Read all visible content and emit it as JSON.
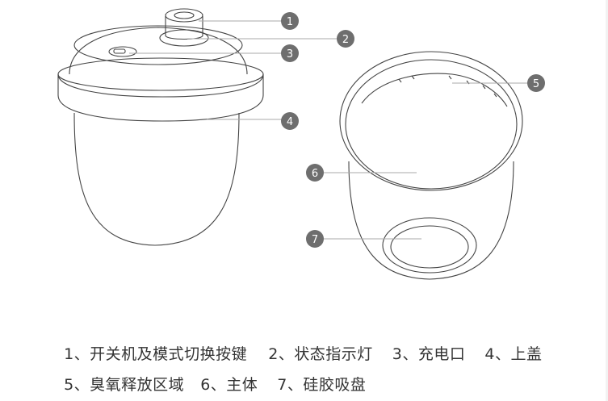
{
  "callouts": [
    {
      "number": "1",
      "label": "1、开关机及模式切换按键"
    },
    {
      "number": "2",
      "label": "2、状态指示灯"
    },
    {
      "number": "3",
      "label": "3、充电口"
    },
    {
      "number": "4",
      "label": "4、上盖"
    },
    {
      "number": "5",
      "label": "5、臭氧释放区域"
    },
    {
      "number": "6",
      "label": "6、主体"
    },
    {
      "number": "7",
      "label": "7、硅胶吸盘"
    }
  ],
  "colors": {
    "outline": "#444444",
    "leader": "#aaaaaa",
    "badge": "#6e6e6e",
    "badge_text": "#ffffff",
    "legend_text": "#333333"
  }
}
